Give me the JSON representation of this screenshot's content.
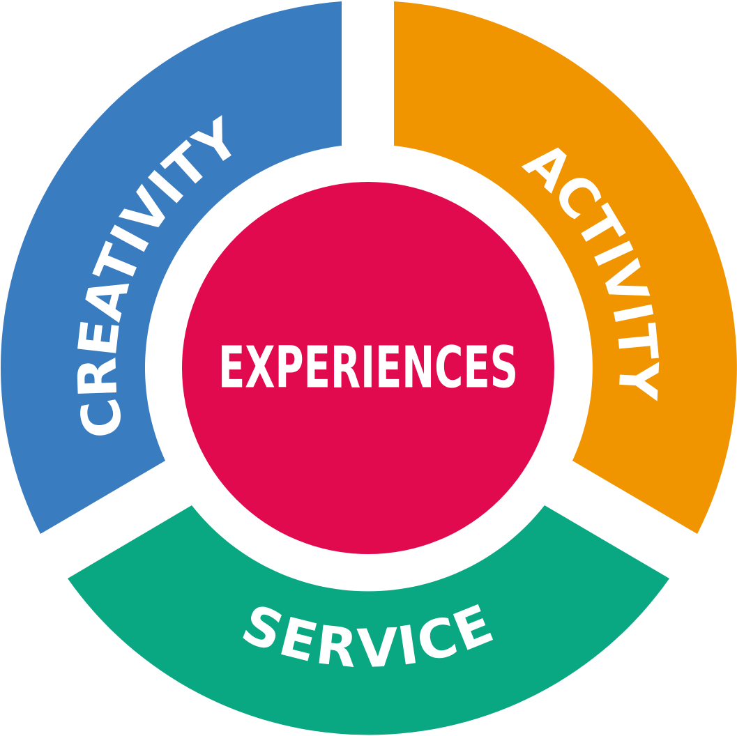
{
  "diagram": {
    "center": {
      "label": "EXPERIENCES",
      "color": "#e20a4f"
    },
    "segments": [
      {
        "id": "creativity",
        "label": "CREATIVITY",
        "color": "#3a7cc0"
      },
      {
        "id": "activity",
        "label": "ACTIVITY",
        "color": "#f09400"
      },
      {
        "id": "service",
        "label": "SERVICE",
        "color": "#0aa882"
      }
    ]
  }
}
